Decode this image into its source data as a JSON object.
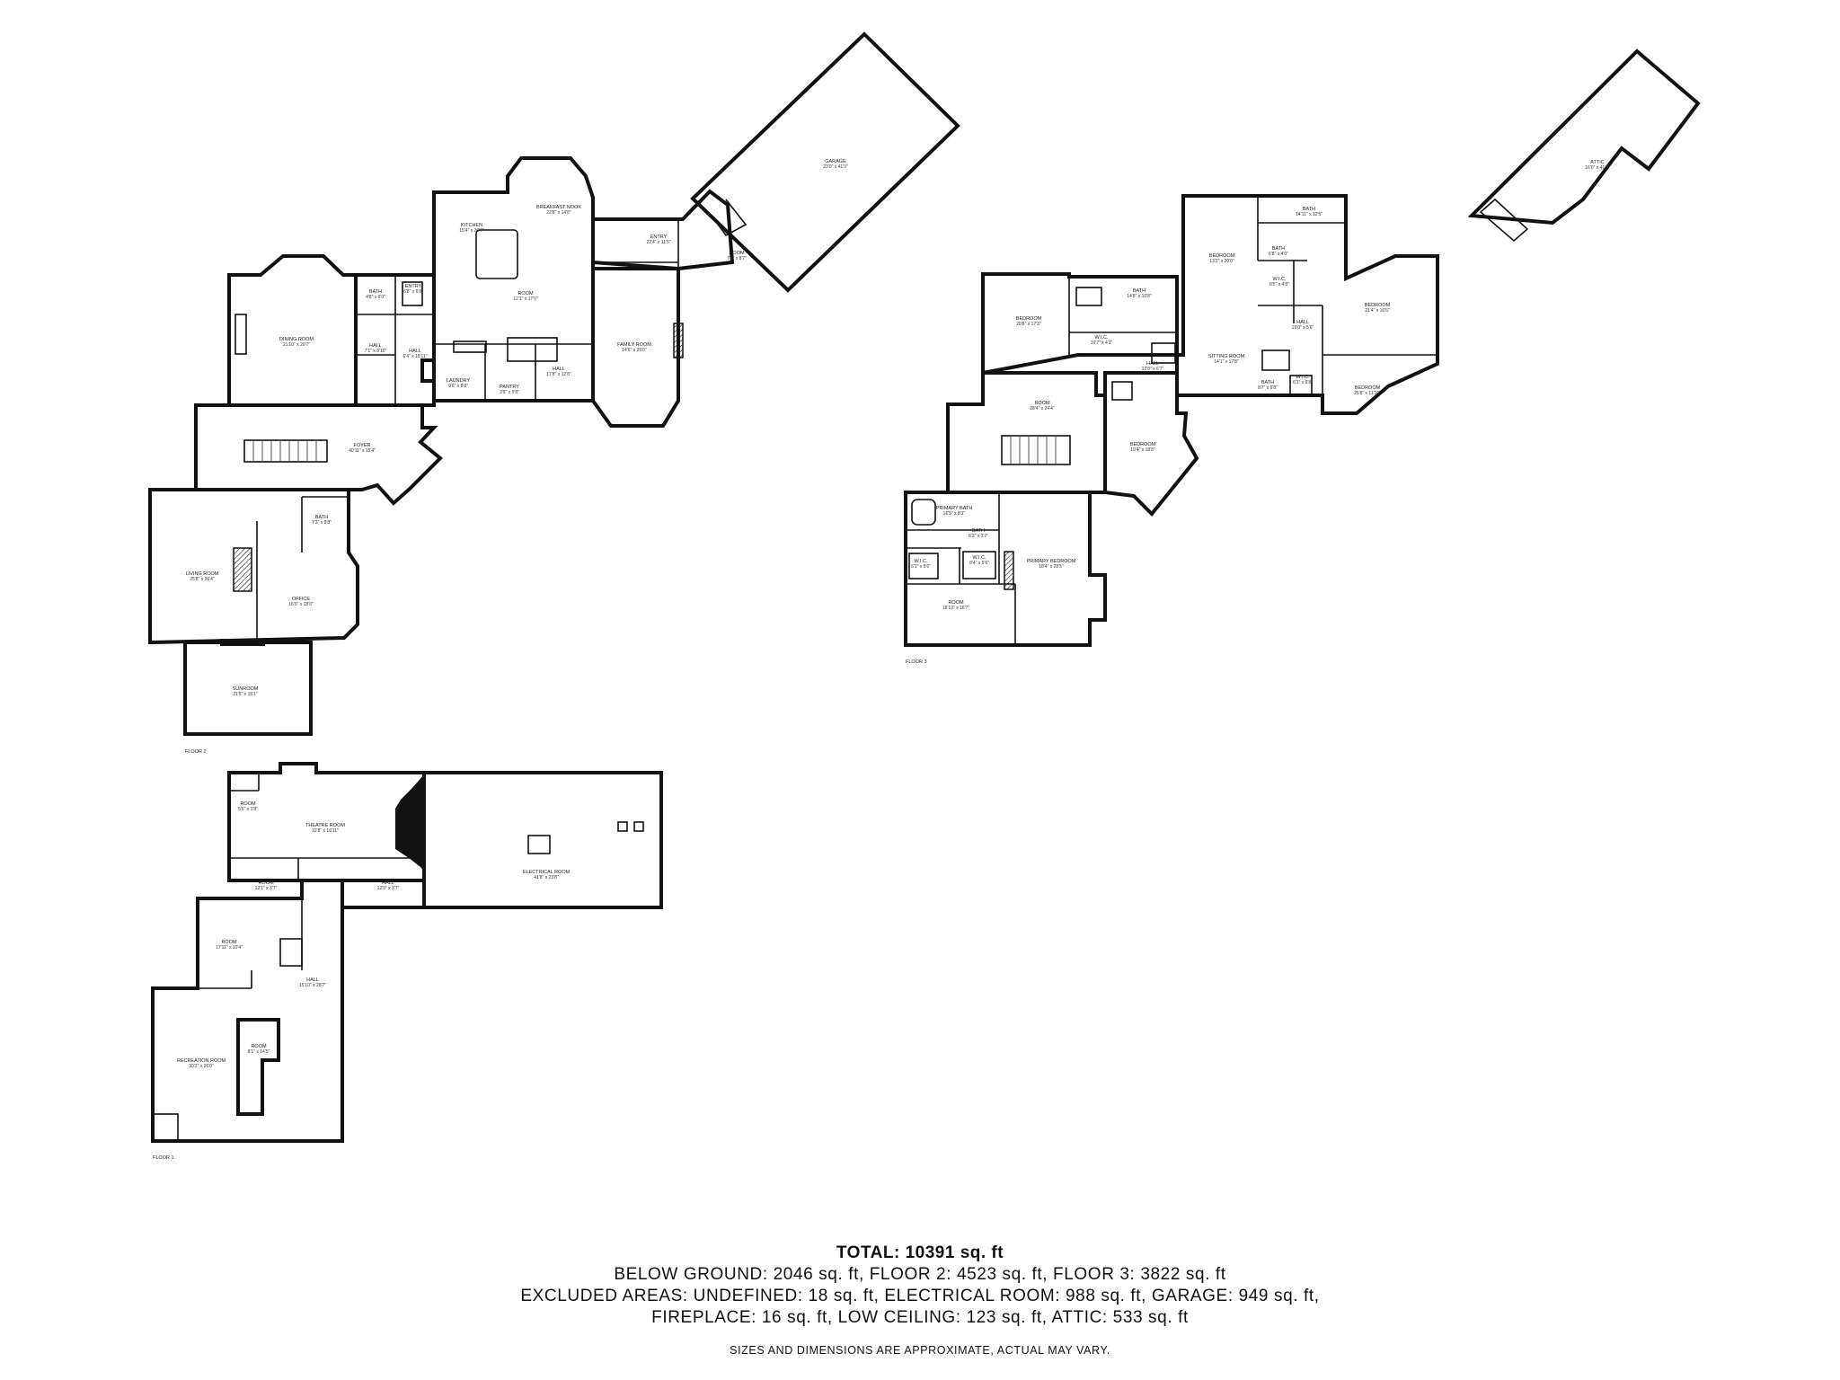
{
  "floors": {
    "floor1": {
      "label": "FLOOR 1",
      "rooms": [
        {
          "name": "THEATRE ROOM",
          "dims": "32'8\" x 16'11\""
        },
        {
          "name": "ELECTRICAL ROOM",
          "dims": "41'8\" x 23'8\""
        },
        {
          "name": "ROOM",
          "dims": "12'1\" x 3'7\""
        },
        {
          "name": "HALL",
          "dims": "12'0\" x 3'7\""
        },
        {
          "name": "ROOM",
          "dims": "5'6\" x 1'8\""
        },
        {
          "name": "ROOM",
          "dims": "17'11\" x 10'4\""
        },
        {
          "name": "HALL",
          "dims": "15'10\" x 28'7\""
        },
        {
          "name": "RECREATION ROOM",
          "dims": "30'2\" x 26'0\""
        },
        {
          "name": "ROOM",
          "dims": "8'1\" x 14'5\""
        }
      ]
    },
    "floor2": {
      "label": "FLOOR 2",
      "rooms": [
        {
          "name": "GARAGE",
          "dims": "23'0\" x 41'3\""
        },
        {
          "name": "BREAKFAST NOOK",
          "dims": "22'8\" x 14'8\""
        },
        {
          "name": "KITCHEN",
          "dims": "15'4\" x 26'7\""
        },
        {
          "name": "ENTRY",
          "dims": "22'4\" x 11'5\""
        },
        {
          "name": "ROOM",
          "dims": "7'7\" x 8'7\""
        },
        {
          "name": "ROOM",
          "dims": "12'1\" x 17'0\""
        },
        {
          "name": "FAMILY ROOM",
          "dims": "14'6\" x 26'0\""
        },
        {
          "name": "DINING ROOM",
          "dims": "21'10\" x 20'7\""
        },
        {
          "name": "BATH",
          "dims": "4'8\" x 6'0\""
        },
        {
          "name": "ENTRY",
          "dims": "6'8\" x 6'8\""
        },
        {
          "name": "HALL",
          "dims": "7'1\" x 8'10\""
        },
        {
          "name": "HALL",
          "dims": "6'4\" x 18'11\""
        },
        {
          "name": "LAUNDRY",
          "dims": "9'6\" x 8'8\""
        },
        {
          "name": "PANTRY",
          "dims": "3'9\" x 9'8\""
        },
        {
          "name": "HALL",
          "dims": "17'8\" x 12'8\""
        },
        {
          "name": "FOYER",
          "dims": "40'11\" x 15'4\""
        },
        {
          "name": "BATH",
          "dims": "7'3\" x 9'8\""
        },
        {
          "name": "LIVING ROOM",
          "dims": "25'8\" x 26'4\""
        },
        {
          "name": "OFFICE",
          "dims": "16'0\" x 18'0\""
        },
        {
          "name": "SUNROOM",
          "dims": "21'5\" x 15'1\""
        }
      ]
    },
    "floor3": {
      "label": "FLOOR 3",
      "rooms": [
        {
          "name": "BATH",
          "dims": "14'11\" x 12'5\""
        },
        {
          "name": "BEDROOM",
          "dims": "13'2\" x 20'0\""
        },
        {
          "name": "BATH",
          "dims": "6'8\" x 4'0\""
        },
        {
          "name": "W.I.C.",
          "dims": "6'5\" x 4'8\""
        },
        {
          "name": "BEDROOM",
          "dims": "20'8\" x 17'3\""
        },
        {
          "name": "BATH",
          "dims": "14'8\" x 10'8\""
        },
        {
          "name": "W.I.C.",
          "dims": "10'7\" x 4'3\""
        },
        {
          "name": "HALL",
          "dims": "12'8\" x 6'7\""
        },
        {
          "name": "SITTING ROOM",
          "dims": "14'1\" x 17'8\""
        },
        {
          "name": "HALL",
          "dims": "15'0\" x 5'6\""
        },
        {
          "name": "BEDROOM",
          "dims": "21'4\" x 16'6\""
        },
        {
          "name": "BATH",
          "dims": "8'7\" x 6'8\""
        },
        {
          "name": "W.I.C.",
          "dims": "6'1\" x 6'8\""
        },
        {
          "name": "BEDROOM",
          "dims": "25'8\" x 11'10\""
        },
        {
          "name": "ROOM",
          "dims": "28'4\" x 24'4\""
        },
        {
          "name": "BEDROOM",
          "dims": "19'4\" x 18'8\""
        },
        {
          "name": "PRIMARY BATH",
          "dims": "16'5\" x 8'1\""
        },
        {
          "name": "BATH",
          "dims": "6'3\" x 3'2\""
        },
        {
          "name": "W.I.C.",
          "dims": "6'1\" x 5'6\""
        },
        {
          "name": "W.I.C.",
          "dims": "8'4\" x 5'6\""
        },
        {
          "name": "PRIMARY BEDROOM",
          "dims": "18'4\" x 28'5\""
        },
        {
          "name": "ROOM",
          "dims": "18'10\" x 16'7\""
        }
      ]
    },
    "attic": {
      "rooms": [
        {
          "name": "ATTIC",
          "dims": "16'0\" x 41'0\""
        }
      ]
    }
  },
  "summary": {
    "total": "TOTAL: 10391 sq. ft",
    "line1": "BELOW GROUND: 2046 sq. ft, FLOOR 2: 4523 sq. ft, FLOOR 3: 3822 sq. ft",
    "line2": "EXCLUDED AREAS: UNDEFINED: 18 sq. ft, ELECTRICAL ROOM: 988 sq. ft, GARAGE: 949 sq. ft,",
    "line3": "FIREPLACE: 16 sq. ft, LOW CEILING: 123 sq. ft, ATTIC: 533 sq. ft"
  },
  "disclaimer": "SIZES AND DIMENSIONS ARE APPROXIMATE, ACTUAL MAY VARY."
}
